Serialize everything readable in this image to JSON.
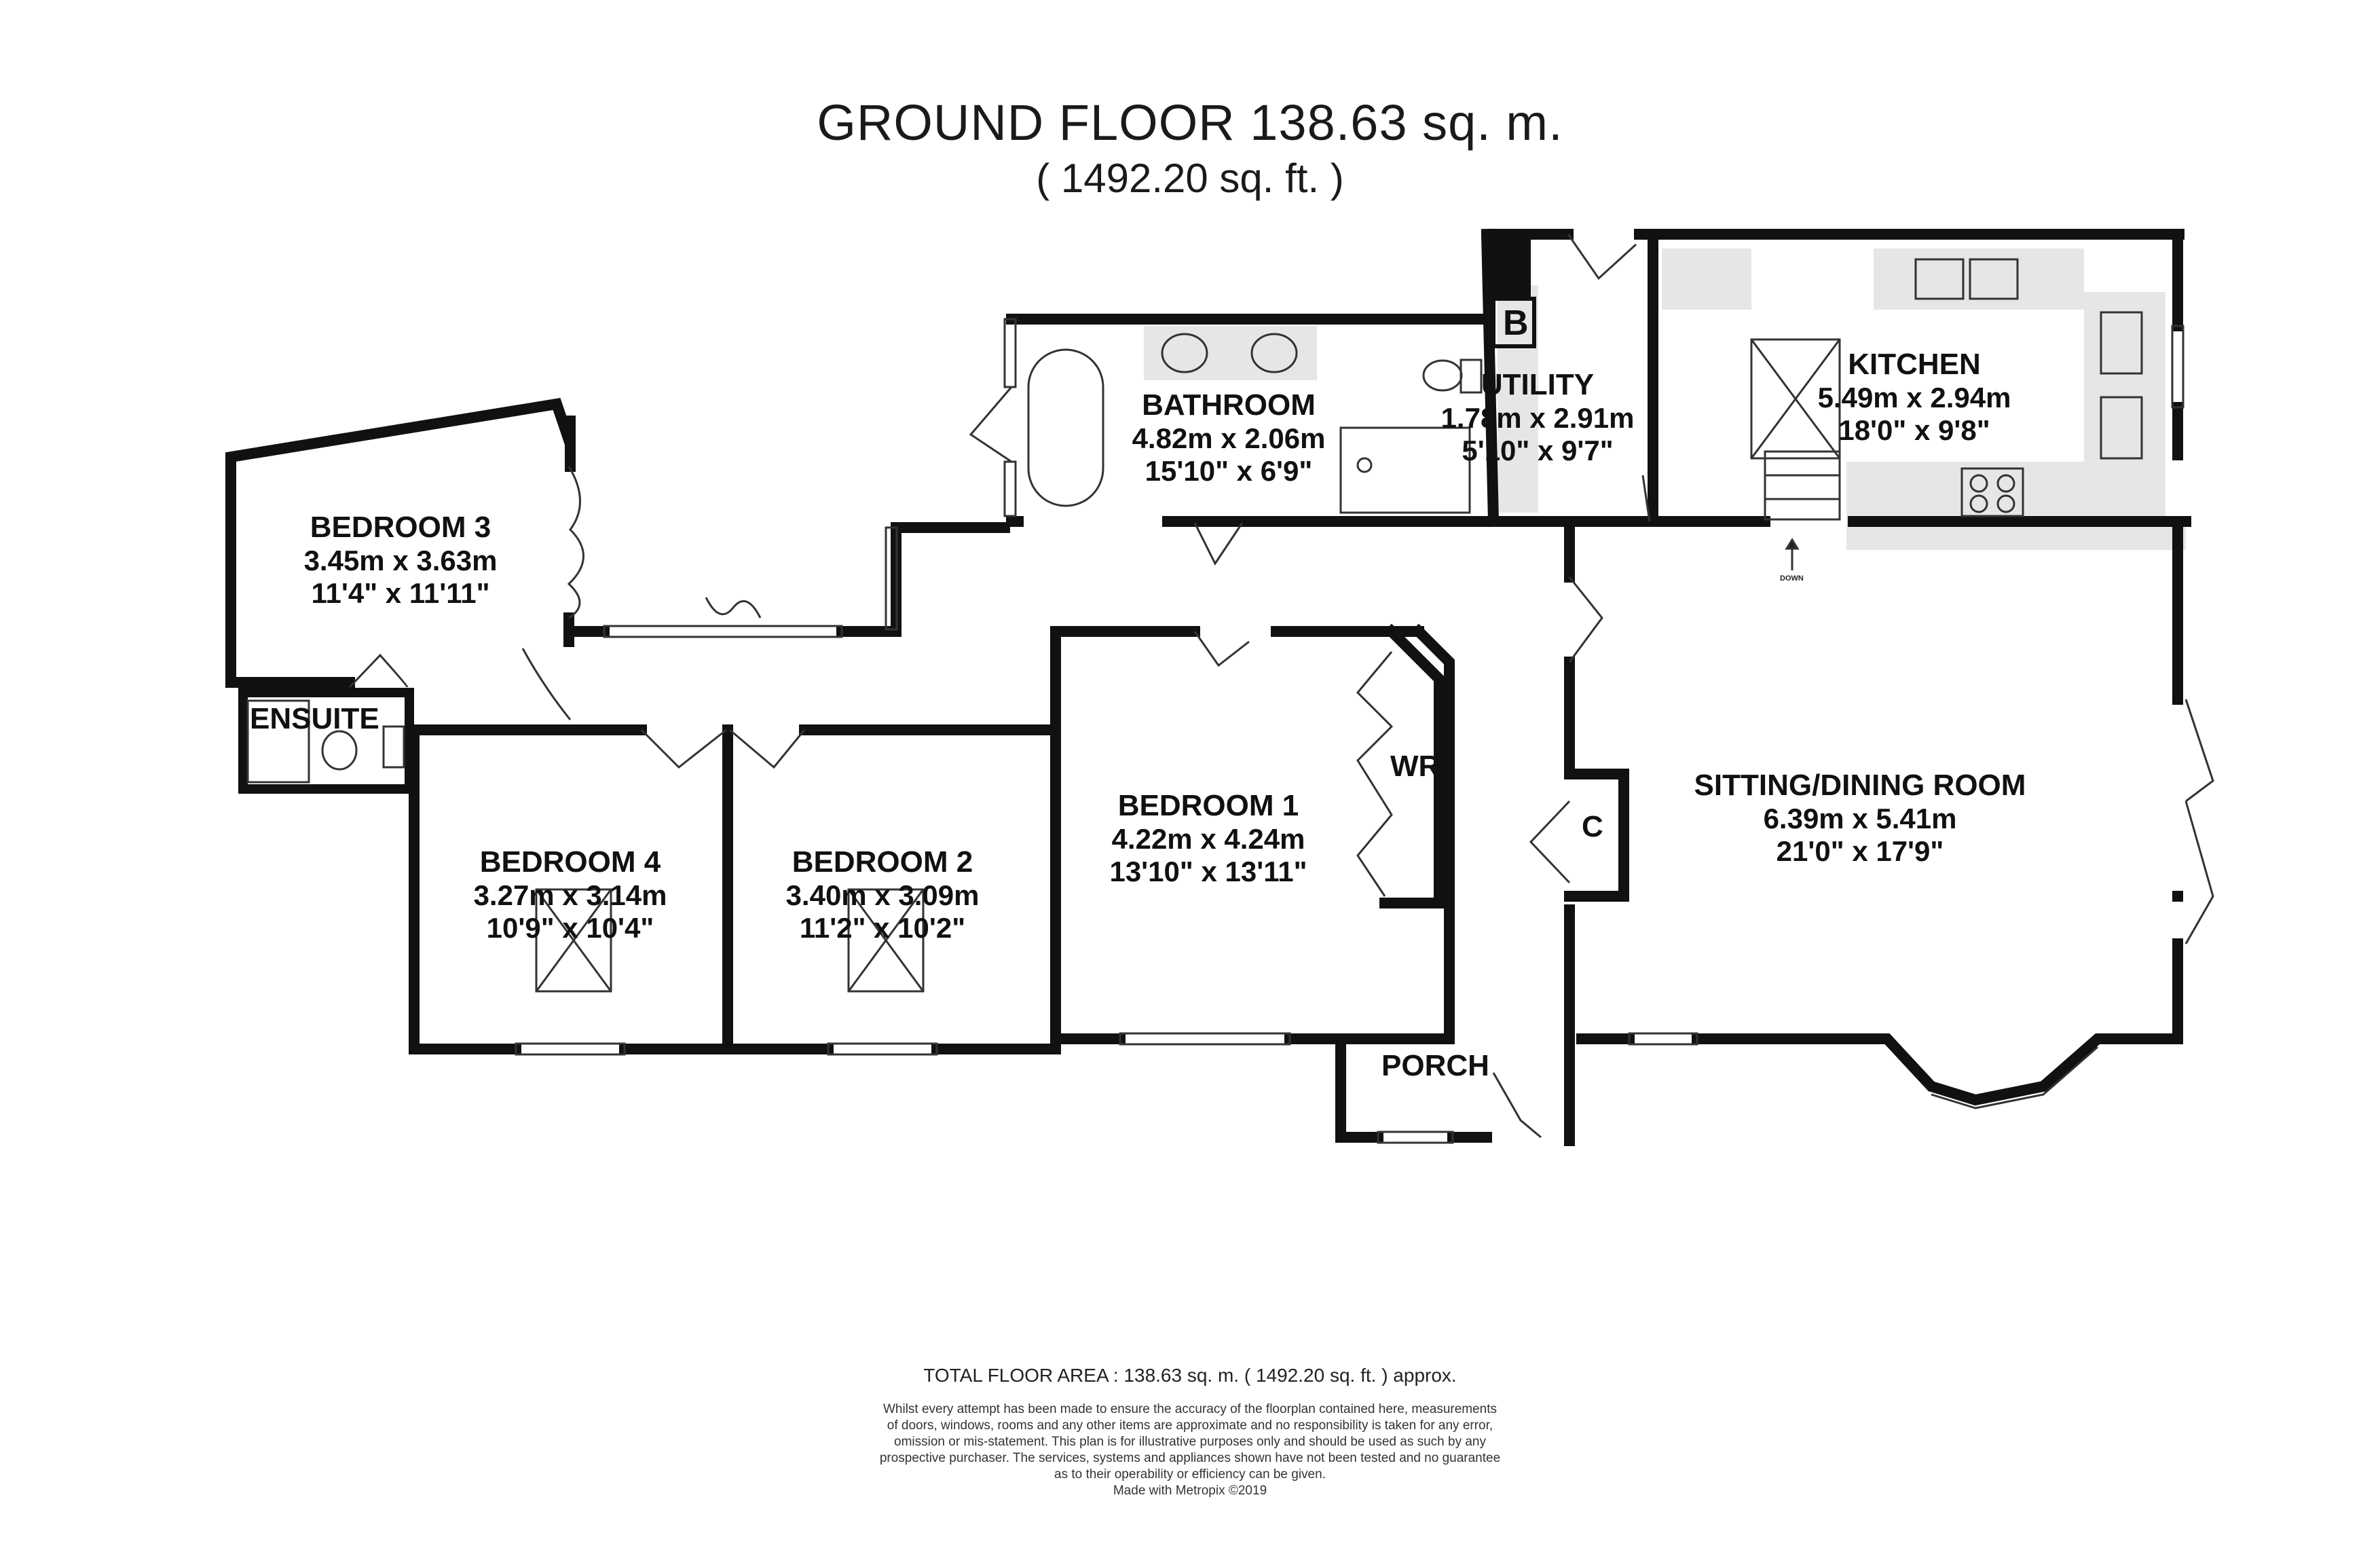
{
  "title": {
    "main": "GROUND FLOOR 138.63 sq. m.",
    "sub": "( 1492.20 sq. ft. )"
  },
  "rooms": {
    "bedroom3": {
      "name": "BEDROOM 3",
      "metric": "3.45m x 3.63m",
      "imperial": "11'4\" x 11'11\""
    },
    "bathroom": {
      "name": "BATHROOM",
      "metric": "4.82m x 2.06m",
      "imperial": "15'10\" x 6'9\""
    },
    "utility": {
      "name": "UTILITY",
      "metric": "1.78m x 2.91m",
      "imperial": "5'10\" x 9'7\""
    },
    "kitchen": {
      "name": "KITCHEN",
      "metric": "5.49m x 2.94m",
      "imperial": "18'0\" x 9'8\""
    },
    "bedroom4": {
      "name": "BEDROOM 4",
      "metric": "3.27m x 3.14m",
      "imperial": "10'9\" x 10'4\""
    },
    "bedroom2": {
      "name": "BEDROOM 2",
      "metric": "3.40m x 3.09m",
      "imperial": "11'2\" x 10'2\""
    },
    "bedroom1": {
      "name": "BEDROOM 1",
      "metric": "4.22m x 4.24m",
      "imperial": "13'10\" x 13'11\""
    },
    "sitting": {
      "name": "SITTING/DINING ROOM",
      "metric": "6.39m x 5.41m",
      "imperial": "21'0\" x 17'9\""
    }
  },
  "labels": {
    "ensuite": "ENSUITE",
    "wr": "WR",
    "c": "C",
    "porch": "PORCH",
    "boiler": "B",
    "down": "DOWN"
  },
  "footer": {
    "total": "TOTAL FLOOR AREA : 138.63 sq. m. ( 1492.20 sq. ft. ) approx.",
    "disclaimer_lines": [
      "Whilst every attempt has been made to ensure the accuracy of the floorplan contained here, measurements",
      "of doors, windows, rooms and any other items are approximate and no responsibility is taken for any error,",
      "omission or mis-statement. This plan is for illustrative purposes only and should be used as such by any",
      "prospective purchaser. The services, systems and appliances shown have not been tested and no guarantee",
      "as to their operability or efficiency can be given."
    ],
    "credit": "Made with Metropix ©2019"
  },
  "colors": {
    "wall": "#111111",
    "counter": "#e6e6e6",
    "line": "#555555"
  }
}
